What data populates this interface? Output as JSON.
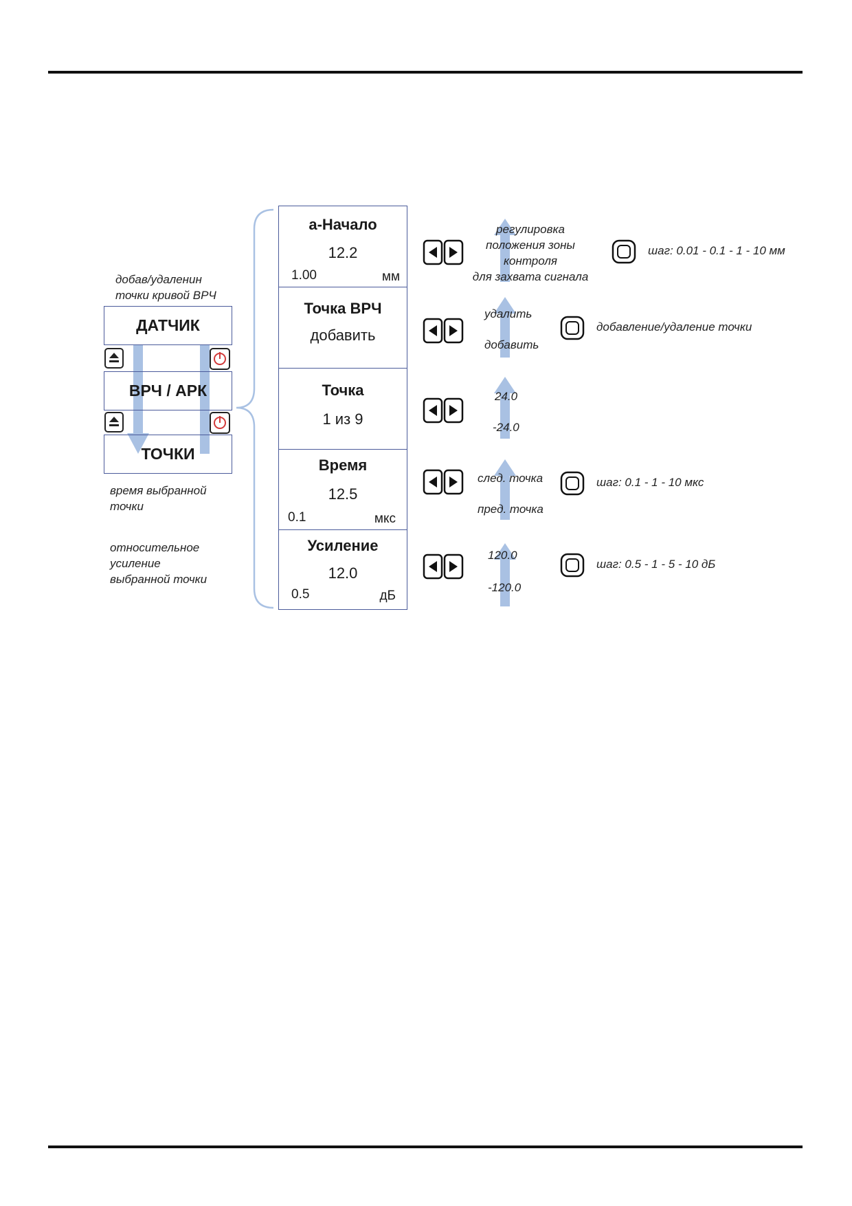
{
  "left_panel": {
    "note_top": [
      "добав/удаленин",
      "точки кривой ВРЧ"
    ],
    "boxes": [
      "ДАТЧИК",
      "ВРЧ / АРК",
      "ТОЧКИ"
    ],
    "note_mid": [
      "время выбранной",
      "точки"
    ],
    "note_bottom": [
      "относительное",
      "усиление",
      "выбранной точки"
    ]
  },
  "menu": [
    {
      "title": "а-Начало",
      "value": "12.2",
      "step": "1.00",
      "unit": "мм"
    },
    {
      "title": "Точка ВРЧ",
      "value": "добавить",
      "step": "",
      "unit": ""
    },
    {
      "title": "Точка",
      "value": "1 из 9",
      "step": "",
      "unit": ""
    },
    {
      "title": "Время",
      "value": "12.5",
      "step": "0.1",
      "unit": "мкс"
    },
    {
      "title": "Усиление",
      "value": "12.0",
      "step": "0.5",
      "unit": "дБ"
    }
  ],
  "controls": [
    {
      "arrow_labels": [
        "регулировка",
        "положения зоны",
        "контроля",
        "для захвата сигнала"
      ],
      "step_note": "шаг: 0.01 - 0.1 - 1 - 10 мм"
    },
    {
      "arrow_top": "удалить",
      "arrow_bottom": "добавить",
      "step_note": "добавление/удаление точки"
    },
    {
      "arrow_top": "24.0",
      "arrow_bottom": "-24.0",
      "step_note": ""
    },
    {
      "arrow_top": "след. точка",
      "arrow_bottom": "пред. точка",
      "step_note": "шаг: 0.1 - 1 - 10 мкс"
    },
    {
      "arrow_top": "120.0",
      "arrow_bottom": "-120.0",
      "step_note": "шаг: 0.5 - 1 - 5 - 10 дБ"
    }
  ],
  "colors": {
    "border": "#4a5a9a",
    "arrow": "#a9c1e3",
    "accent_red": "#d23a3a"
  }
}
